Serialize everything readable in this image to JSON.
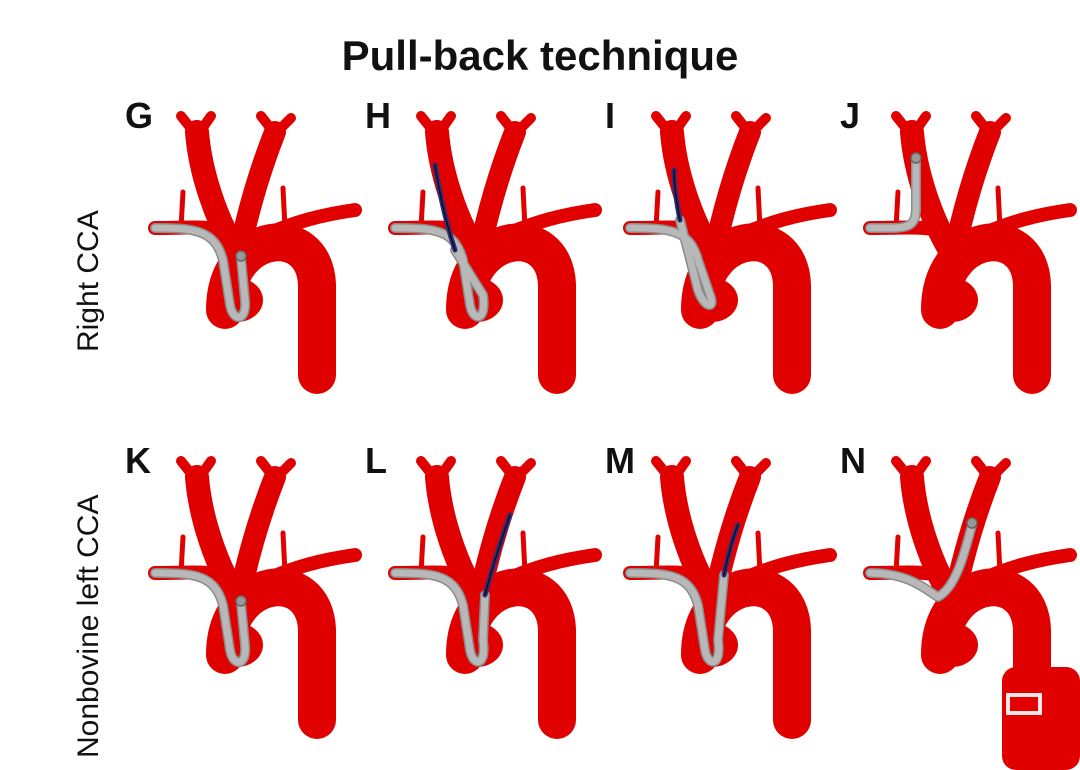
{
  "title": "Pull-back technique",
  "rows": [
    {
      "label": "Right CCA",
      "panels": [
        "G",
        "H",
        "I",
        "J"
      ]
    },
    {
      "label": "Nonbovine left CCA",
      "panels": [
        "K",
        "L",
        "M",
        "N"
      ]
    }
  ],
  "colors": {
    "artery": "#e00000",
    "catheter": "#b8b8b8",
    "catheter_edge": "#8a8a8a",
    "wire": "#2c2c80",
    "background": "#ffffff"
  }
}
